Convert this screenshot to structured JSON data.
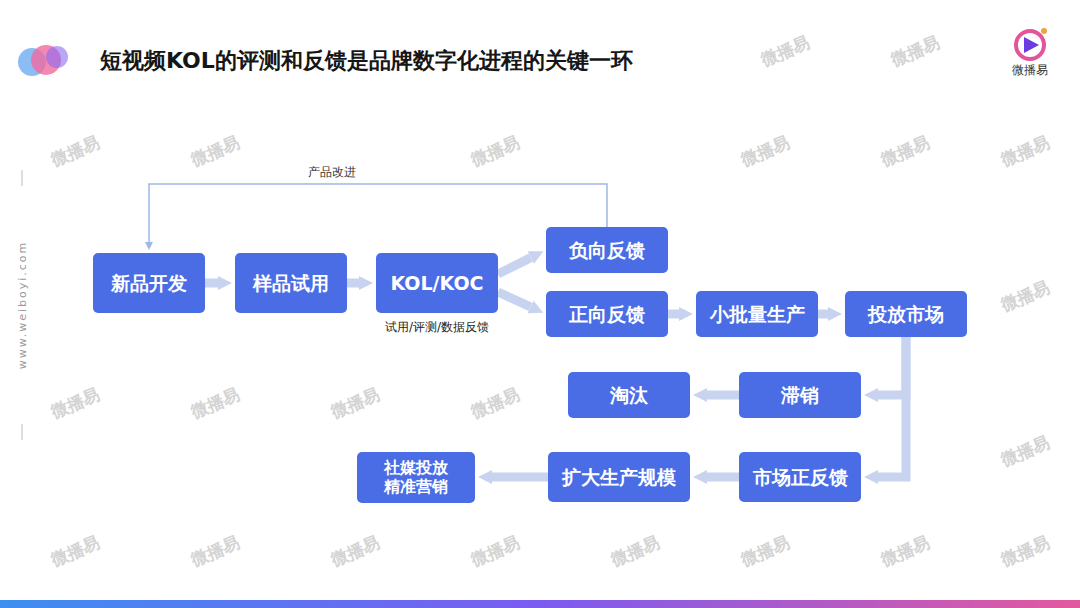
{
  "diagram": {
    "title": "短视频KOL的评测和反馈是品牌数字化进程的关键一环",
    "nodes": [
      {
        "text": [
          "新品开发"
        ]
      },
      {
        "text": [
          "样品试用"
        ]
      },
      {
        "text": [
          "KOL/KOC",
          "试用/评测/数据反馈"
        ]
      },
      {
        "text": [
          "负向反馈"
        ]
      },
      {
        "text": [
          "正向反馈"
        ]
      },
      {
        "text": [
          "小批量生产"
        ]
      },
      {
        "text": [
          "投放市场"
        ]
      },
      {
        "text": [
          "淘汰"
        ]
      },
      {
        "text": [
          "滞销"
        ]
      },
      {
        "text": [
          "社媒投放 精准营销"
        ]
      },
      {
        "text": [
          "扩大生产规模"
        ]
      },
      {
        "text": [
          "市场正反馈"
        ]
      }
    ],
    "edges": [
      {
        "from": 0,
        "to": 1,
        "arrow": "to"
      },
      {
        "from": 1,
        "to": 2,
        "arrow": "to"
      },
      {
        "from": 2,
        "to": 3,
        "arrow": "to"
      },
      {
        "from": 2,
        "to": 4,
        "arrow": "to"
      },
      {
        "from": 4,
        "to": 5,
        "arrow": "to"
      },
      {
        "from": 5,
        "to": 6,
        "arrow": "to"
      },
      {
        "from": 6,
        "to": 8,
        "arrow": "to"
      },
      {
        "from": 6,
        "to": 11,
        "arrow": "to"
      },
      {
        "from": 8,
        "to": 7,
        "arrow": "to"
      },
      {
        "from": 11,
        "to": 10,
        "arrow": "to"
      },
      {
        "from": 10,
        "to": 9,
        "arrow": "to"
      },
      {
        "from": 3,
        "to": 0,
        "label": "产品改进",
        "arrow": "to"
      }
    ],
    "labels": [
      "微播易",
      "www.weiboyi.com",
      "微播易",
      "微播易",
      "微播易",
      "微播易",
      "微播易",
      "微播易",
      "微播易",
      "微播易",
      "微播易",
      "微播易",
      "微播易",
      "微播易",
      "微播易",
      "微播易",
      "微播易",
      "微播易",
      "微播易",
      "微播易",
      "微播易",
      "微播易",
      "微播易",
      "微播易"
    ]
  }
}
